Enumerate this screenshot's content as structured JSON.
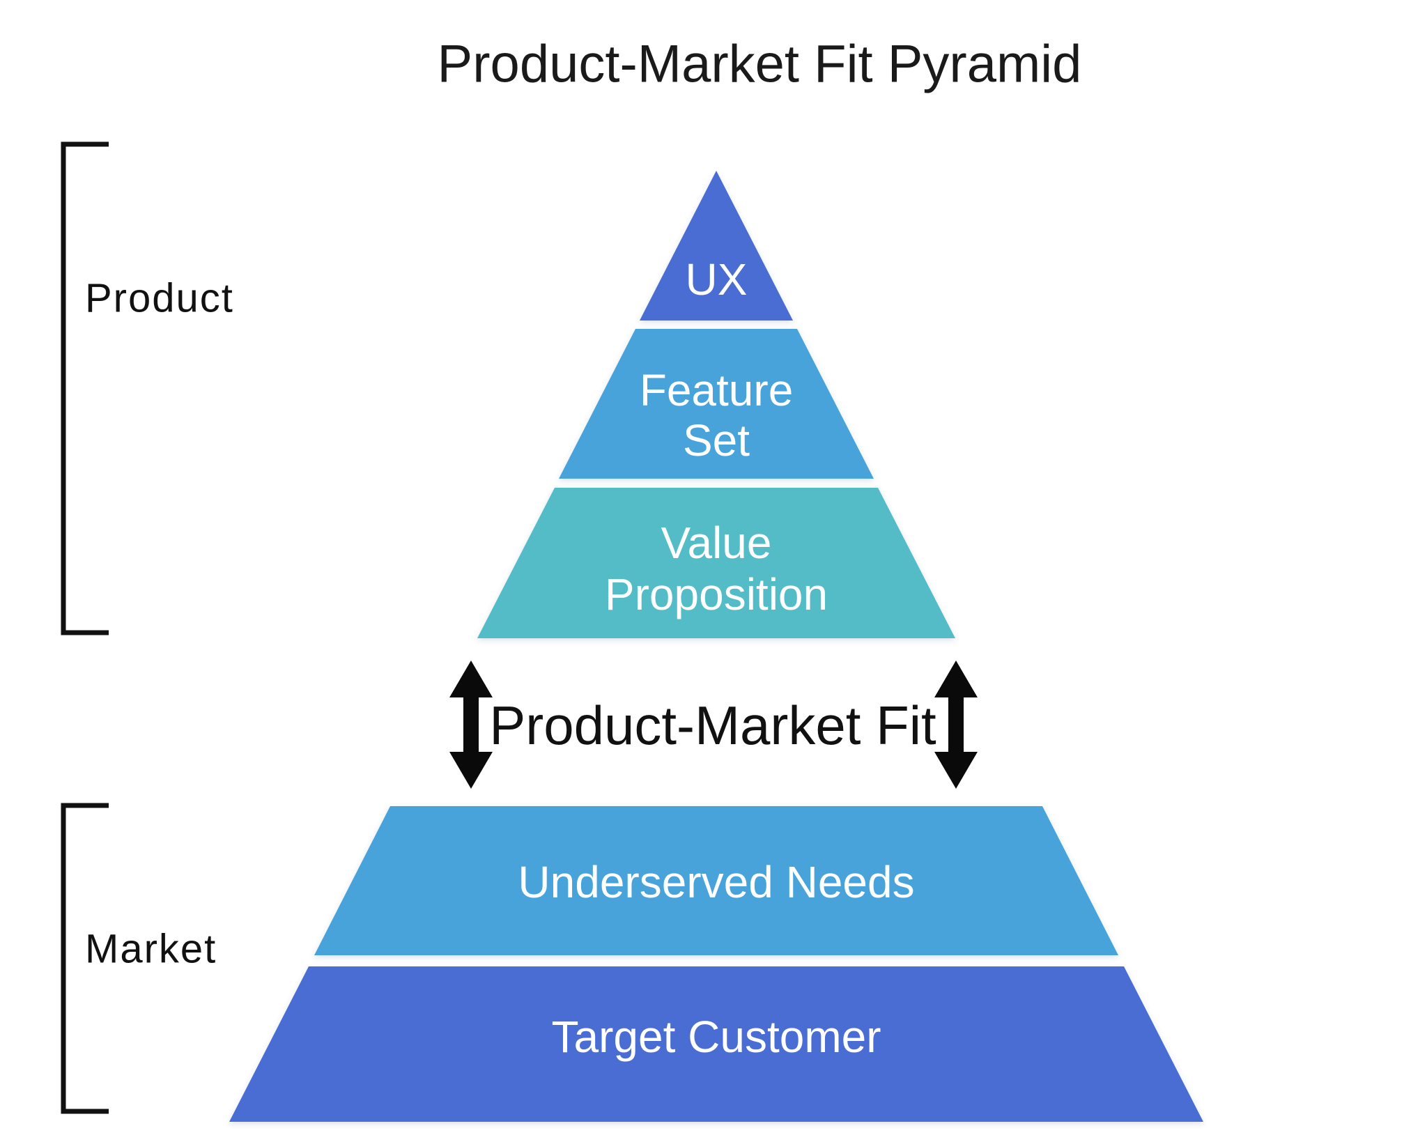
{
  "title": "Product-Market Fit Pyramid",
  "fit_label": "Product-Market Fit",
  "groups": {
    "product": {
      "label": "Product"
    },
    "market": {
      "label": "Market"
    }
  },
  "layers": [
    {
      "name": "ux",
      "label": "UX",
      "color": "#4a6dd3",
      "group": "Product"
    },
    {
      "name": "feature-set",
      "label": "Feature Set",
      "line1": "Feature",
      "line2": "Set",
      "color": "#4aa3db",
      "group": "Product"
    },
    {
      "name": "value-proposition",
      "label": "Value Proposition",
      "line1": "Value",
      "line2": "Proposition",
      "color": "#53bcc7",
      "group": "Product"
    },
    {
      "name": "underserved-needs",
      "label": "Underserved Needs",
      "color": "#4aa3db",
      "group": "Market"
    },
    {
      "name": "target-customer",
      "label": "Target Customer",
      "color": "#4a6dd3",
      "group": "Market"
    }
  ],
  "colors": {
    "indigo": "#4a6dd3",
    "blue": "#4aa3db",
    "teal": "#53bcc7",
    "arrow": "#0a0a0a",
    "text_light": "#ffffff",
    "text_dark": "#1a1a1a",
    "background": "#ffffff"
  },
  "icons": {
    "left_arrow": "double-headed-vertical-arrow",
    "right_arrow": "double-headed-vertical-arrow",
    "product_bracket": "square-bracket",
    "market_bracket": "square-bracket"
  }
}
